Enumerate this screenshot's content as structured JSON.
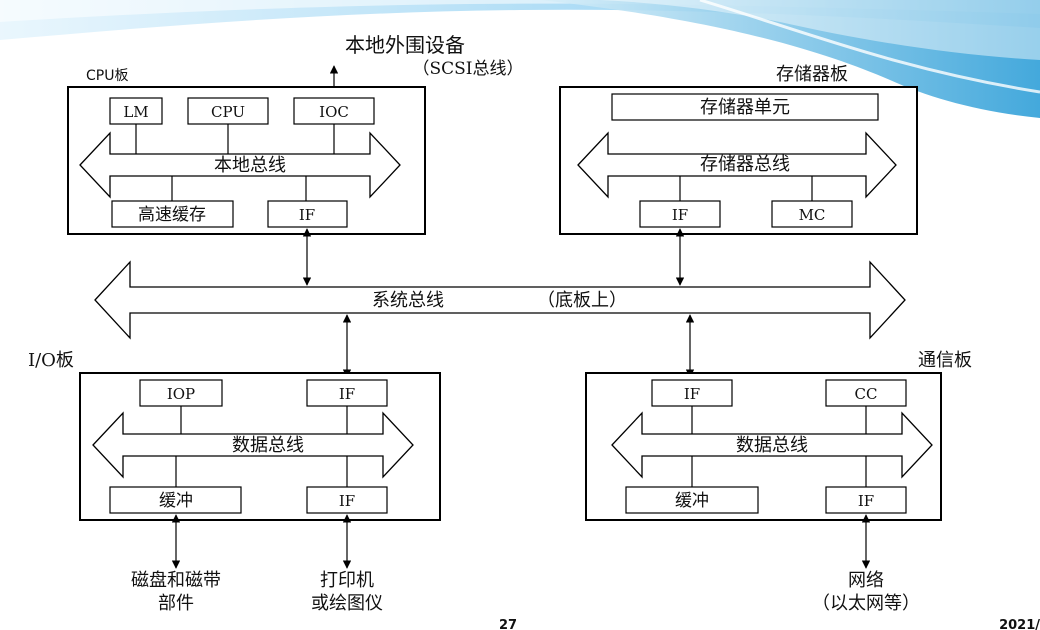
{
  "slide": {
    "page_number": "27",
    "date_fragment": "2021/"
  },
  "peripheral_top": {
    "line1": "本地外围设备",
    "line2": "（SCSI总线）"
  },
  "cpu_board": {
    "title": "CPU板",
    "lm": "LM",
    "cpu": "CPU",
    "ioc": "IOC",
    "bus": "本地总线",
    "cache": "高速缓存",
    "if": "IF"
  },
  "memory_board": {
    "title": "存储器板",
    "unit": "存储器单元",
    "bus": "存储器总线",
    "if": "IF",
    "mc": "MC"
  },
  "system_bus": {
    "label": "系统总线",
    "note": "（底板上）"
  },
  "io_board": {
    "title": "I/O板",
    "iop": "IOP",
    "if_top": "IF",
    "bus": "数据总线",
    "buffer": "缓冲",
    "if_bottom": "IF",
    "device1_line1": "磁盘和磁带",
    "device1_line2": "部件",
    "device2_line1": "打印机",
    "device2_line2": "或绘图仪"
  },
  "comm_board": {
    "title": "通信板",
    "if_top": "IF",
    "cc": "CC",
    "bus": "数据总线",
    "buffer": "缓冲",
    "if_bottom": "IF",
    "network_line1": "网络",
    "network_line2": "（以太网等）"
  },
  "colors": {
    "wave_light": "#c8e8f8",
    "wave_mid": "#7cc6ee",
    "wave_dark": "#2f9fd8",
    "line": "#000000"
  }
}
